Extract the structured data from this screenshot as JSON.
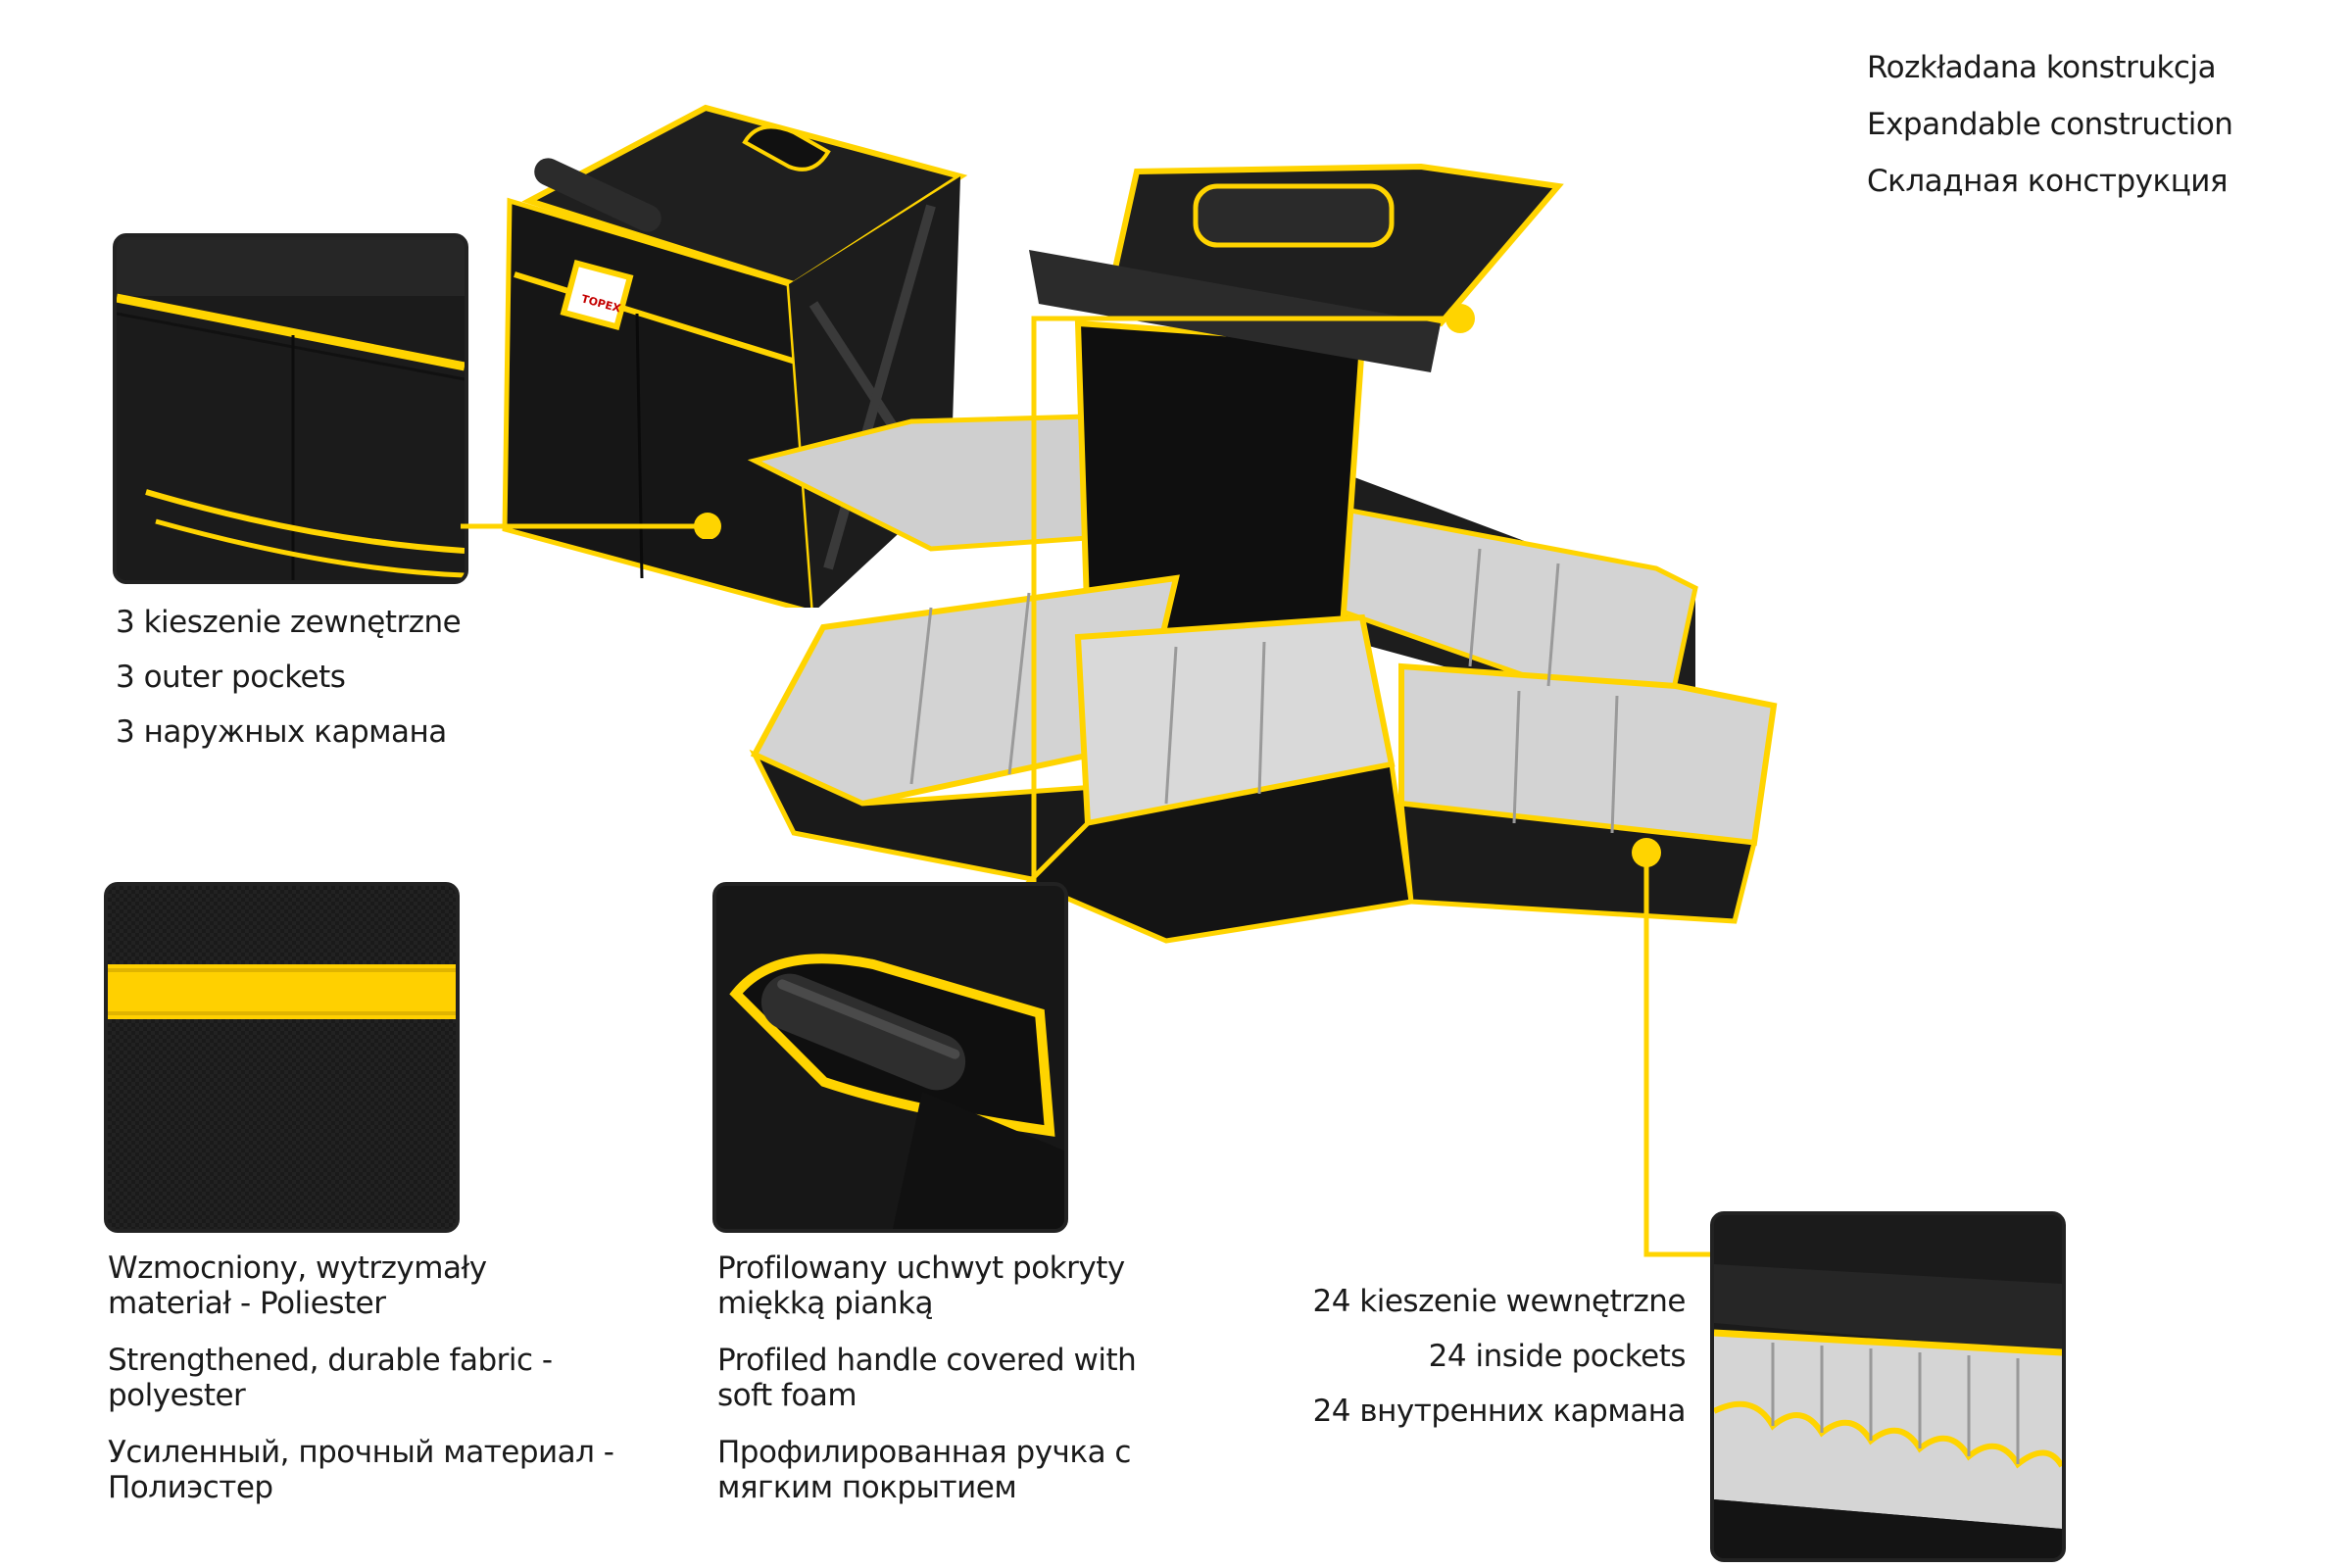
{
  "header": {
    "lines": [
      "Rozkładana konstrukcja",
      "Expandable construction",
      "Складная конструкция"
    ]
  },
  "pockets_outer": {
    "lines": [
      "3 kieszenie zewnętrzne",
      "3 outer pockets",
      "3 наружных кармана"
    ]
  },
  "fabric": {
    "lines": [
      "Wzmocniony, wytrzymały materiał - Poliester",
      "Strengthened, durable fabric - polyester",
      "Усиленный, прочный материал - Полиэстер"
    ]
  },
  "handle": {
    "lines": [
      "Profilowany uchwyt pokryty miękką pianką",
      "Profiled handle covered with soft foam",
      "Профилированная ручка с мягким покрытием"
    ]
  },
  "pockets_inner": {
    "lines": [
      "24 kieszenie wewnętrzne",
      "24 inside pockets",
      "24 внутренних кармана"
    ]
  },
  "brand": {
    "logo_text": "TOPEX"
  },
  "colors": {
    "accent": "#ffd400",
    "fabric": "#1d1d1d",
    "lining": "#d9d9d9"
  }
}
